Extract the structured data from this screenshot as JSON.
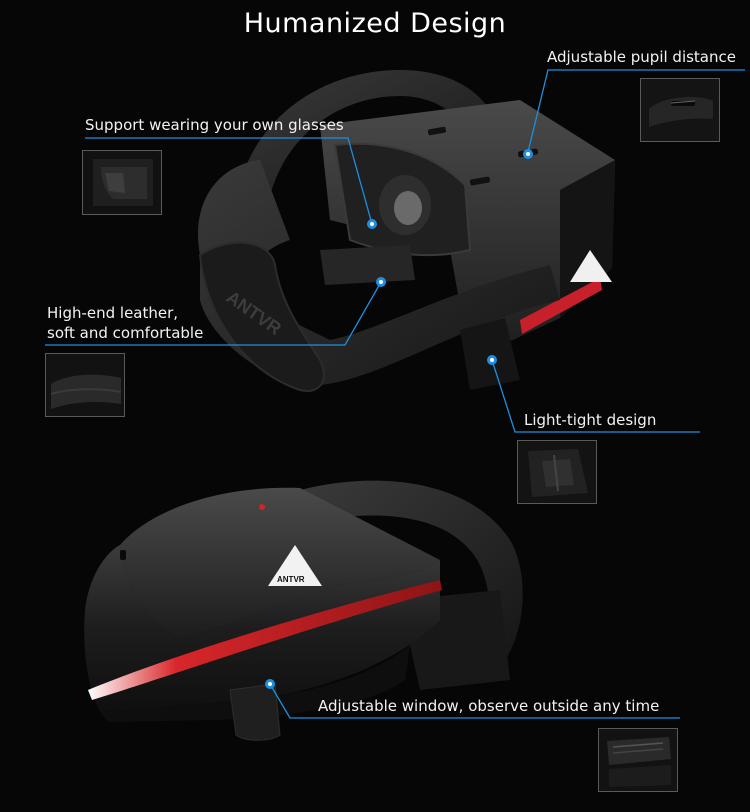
{
  "title": "Humanized Design",
  "brand": "ANTVR",
  "accent": "#1e8fe0",
  "features": {
    "pupil": "Adjustable pupil distance",
    "glasses": "Support wearing your own glasses",
    "leather_line1": "High-end leather,",
    "leather_line2": "soft and comfortable",
    "light": "Light-tight design",
    "window": "Adjustable window, observe outside any time"
  }
}
